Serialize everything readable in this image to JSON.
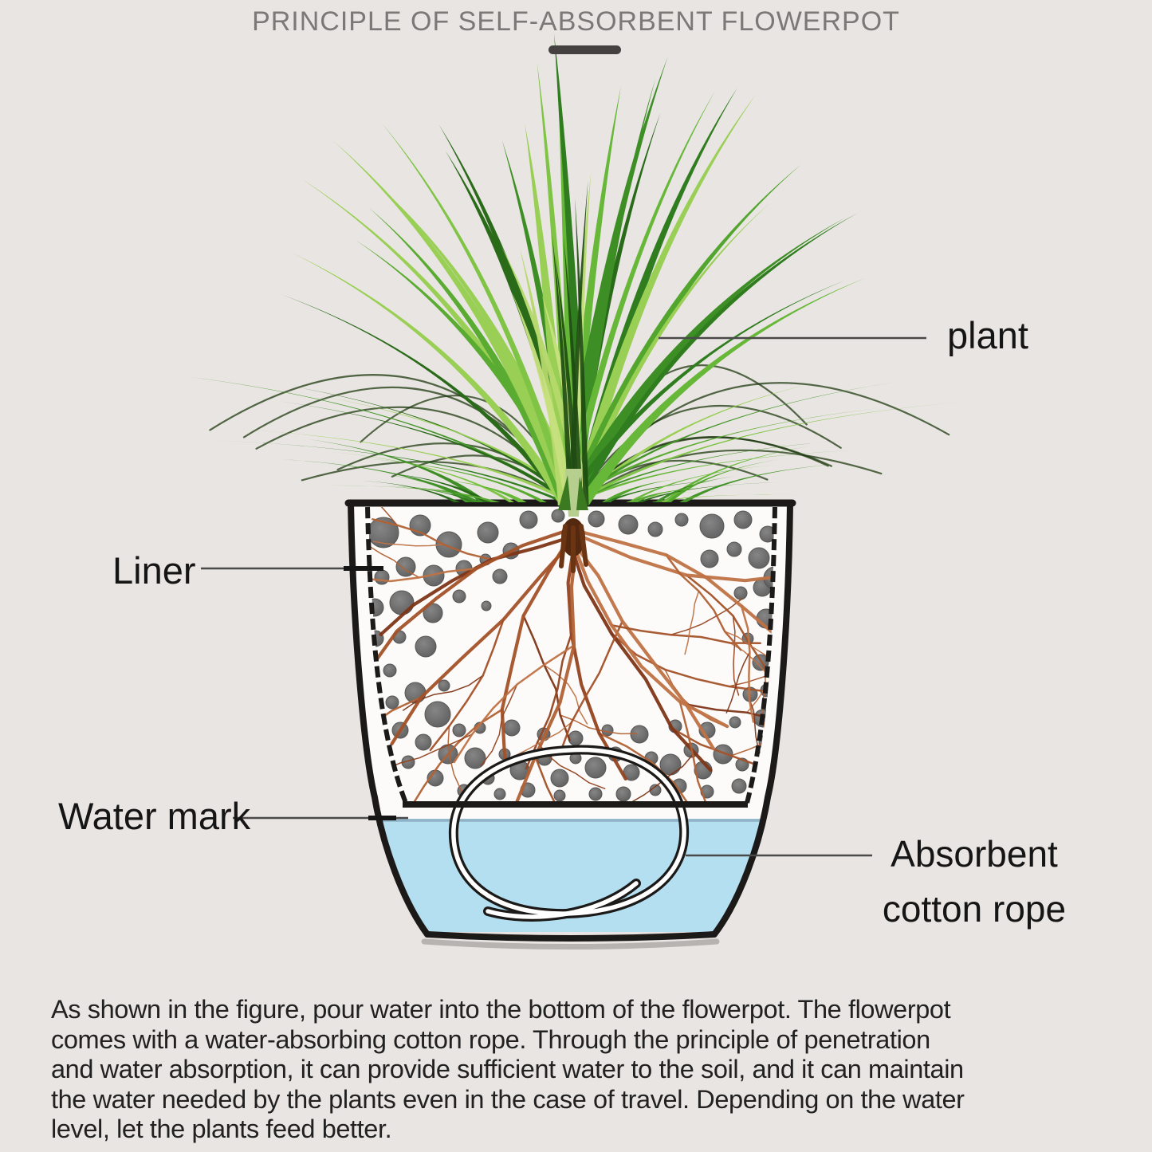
{
  "title": "PRINCIPLE OF SELF-ABSORBENT FLOWERPOT",
  "labels": {
    "plant": "plant",
    "liner": "Liner",
    "water_mark": "Water mark",
    "rope_line1": "Absorbent",
    "rope_line2": "cotton rope"
  },
  "description_lines": [
    "As shown in the figure, pour water into the bottom of the flowerpot. The flowerpot",
    "comes with a water-absorbing cotton rope. Through the principle of penetration",
    "and water absorption, it can provide sufficient water to the soil, and it can maintain",
    "the water needed by the plants even in the case of travel. Depending on the water",
    "level, let the plants feed better."
  ],
  "colors": {
    "background": "#e9e5e2",
    "title_gray": "#7b7877",
    "label_black": "#151515",
    "pot_line": "#1c1a18",
    "pot_interior": "#fcfbfa",
    "water": "#b4dff1",
    "water_surface": "#8fb3c6",
    "soil_ball": "#696969",
    "root_brown": "#9a4722",
    "leaf_green": "#4c9a2a",
    "leader_line": "#4a4a4a"
  }
}
